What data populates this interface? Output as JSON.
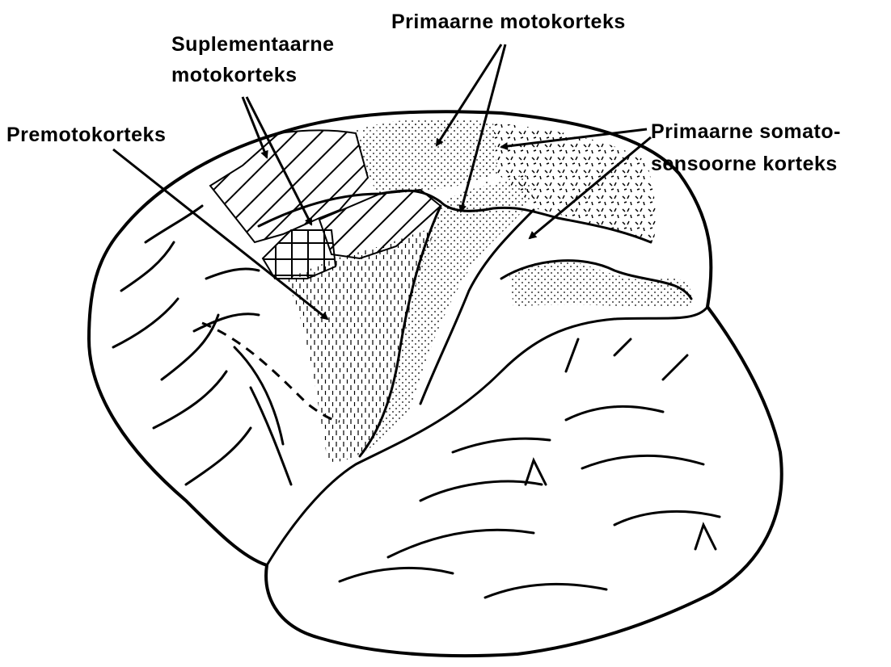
{
  "labels": {
    "primary_motor": "Primaarne  motokorteks",
    "supplementary_motor_line1": "Suplementaarne",
    "supplementary_motor_line2": "motokorteks",
    "premotor": "Premotokorteks",
    "somatosensory_line1": "Primaarne  somato-",
    "somatosensory_line2": "sensoorne  korteks"
  },
  "colors": {
    "ink": "#000000",
    "background": "#ffffff"
  }
}
